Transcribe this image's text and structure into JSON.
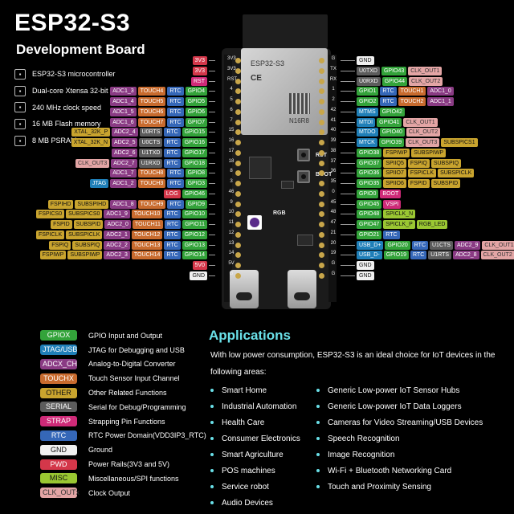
{
  "title": "ESP32-S3",
  "subtitle": "Development Board",
  "specs": [
    {
      "icon": "chip-icon",
      "text": "ESP32-S3 microcontroller"
    },
    {
      "icon": "cpu-icon",
      "text": "Dual-core Xtensa 32-bit LX7"
    },
    {
      "icon": "waveform-icon",
      "text": "240 MHz clock speed"
    },
    {
      "icon": "sd-card-icon",
      "text": "16 MB Flash memory"
    },
    {
      "icon": "memory-icon",
      "text": "8 MB PSRAM"
    }
  ],
  "module": {
    "name": "ESP32-S3",
    "ce": "CE",
    "code": "N16R8"
  },
  "board_labels": {
    "rst": "RST",
    "boot": "BOOT",
    "rgb": "RGB"
  },
  "left_header": [
    "3V3",
    "3V3",
    "RST",
    "4",
    "5",
    "6",
    "7",
    "15",
    "16",
    "17",
    "18",
    "8",
    "3",
    "46",
    "9",
    "10",
    "11",
    "12",
    "13",
    "14",
    "5V",
    "G"
  ],
  "right_header": [
    "G",
    "TX",
    "RX",
    "1",
    "2",
    "42",
    "41",
    "40",
    "39",
    "38",
    "37",
    "36",
    "35",
    "0",
    "45",
    "48",
    "47",
    "21",
    "20",
    "19",
    "G",
    "G"
  ],
  "left_pins": [
    [
      [
        "3V3",
        "w"
      ]
    ],
    [
      [
        "3V3",
        "w"
      ]
    ],
    [
      [
        "RST",
        "st"
      ]
    ],
    [
      [
        "ADC1_3",
        "a"
      ],
      [
        "TOUCH4",
        "t"
      ],
      [
        "RTC",
        "r"
      ],
      [
        "GPIO4",
        "g"
      ]
    ],
    [
      [
        "ADC1_4",
        "a"
      ],
      [
        "TOUCH5",
        "t"
      ],
      [
        "RTC",
        "r"
      ],
      [
        "GPIO5",
        "g"
      ]
    ],
    [
      [
        "ADC1_5",
        "a"
      ],
      [
        "TOUCH6",
        "t"
      ],
      [
        "RTC",
        "r"
      ],
      [
        "GPIO6",
        "g"
      ]
    ],
    [
      [
        "ADC1_6",
        "a"
      ],
      [
        "TOUCH7",
        "t"
      ],
      [
        "RTC",
        "r"
      ],
      [
        "GPIO7",
        "g"
      ]
    ],
    [
      [
        "XTAL_32K_P",
        "o"
      ],
      [
        "ADC2_4",
        "a"
      ],
      [
        "U0RTS",
        "s"
      ],
      [
        "RTC",
        "r"
      ],
      [
        "GPIO15",
        "g"
      ]
    ],
    [
      [
        "XTAL_32K_N",
        "o"
      ],
      [
        "ADC2_5",
        "a"
      ],
      [
        "U0CTS",
        "s"
      ],
      [
        "RTC",
        "r"
      ],
      [
        "GPIO16",
        "g"
      ]
    ],
    [
      [
        "ADC2_6",
        "a"
      ],
      [
        "U1TXD",
        "s"
      ],
      [
        "RTC",
        "r"
      ],
      [
        "GPIO17",
        "g"
      ]
    ],
    [
      [
        "CLK_OUT3",
        "x"
      ],
      [
        "ADC2_7",
        "a"
      ],
      [
        "U1RXD",
        "s"
      ],
      [
        "RTC",
        "r"
      ],
      [
        "GPIO18",
        "g"
      ]
    ],
    [
      [
        "ADC1_7",
        "a"
      ],
      [
        "TOUCH8",
        "t"
      ],
      [
        "RTC",
        "r"
      ],
      [
        "GPIO8",
        "g"
      ]
    ],
    [
      [
        "JTAG",
        "m"
      ],
      [
        "ADC1_2",
        "a"
      ],
      [
        "TOUCH3",
        "t"
      ],
      [
        "RTC",
        "r"
      ],
      [
        "GPIO3",
        "g"
      ]
    ],
    [
      [
        "LOG",
        "w"
      ],
      [
        "GPIO46",
        "g"
      ]
    ],
    [
      [
        "FSPIHD",
        "o"
      ],
      [
        "SUBSPIHD",
        "o"
      ],
      [
        "ADC1_8",
        "a"
      ],
      [
        "TOUCH9",
        "t"
      ],
      [
        "RTC",
        "r"
      ],
      [
        "GPIO9",
        "g"
      ]
    ],
    [
      [
        "FSPICS0",
        "o"
      ],
      [
        "SUBSPICS0",
        "o"
      ],
      [
        "ADC1_9",
        "a"
      ],
      [
        "TOUCH10",
        "t"
      ],
      [
        "RTC",
        "r"
      ],
      [
        "GPIO10",
        "g"
      ]
    ],
    [
      [
        "FSPID",
        "o"
      ],
      [
        "SUBSPID",
        "o"
      ],
      [
        "ADC2_0",
        "a"
      ],
      [
        "TOUCH11",
        "t"
      ],
      [
        "RTC",
        "r"
      ],
      [
        "GPIO11",
        "g"
      ]
    ],
    [
      [
        "FSPICLK",
        "o"
      ],
      [
        "SUBSPICLK",
        "o"
      ],
      [
        "ADC2_1",
        "a"
      ],
      [
        "TOUCH12",
        "t"
      ],
      [
        "RTC",
        "r"
      ],
      [
        "GPIO12",
        "g"
      ]
    ],
    [
      [
        "FSPIQ",
        "o"
      ],
      [
        "SUBSPIQ",
        "o"
      ],
      [
        "ADC2_2",
        "a"
      ],
      [
        "TOUCH13",
        "t"
      ],
      [
        "RTC",
        "r"
      ],
      [
        "GPIO13",
        "g"
      ]
    ],
    [
      [
        "FSPIWP",
        "o"
      ],
      [
        "SUBSPIWP",
        "o"
      ],
      [
        "ADC2_3",
        "a"
      ],
      [
        "TOUCH14",
        "t"
      ],
      [
        "RTC",
        "r"
      ],
      [
        "GPIO14",
        "g"
      ]
    ],
    [
      [
        "5V0",
        "w"
      ]
    ],
    [
      [
        "GND",
        "d"
      ]
    ]
  ],
  "right_pins": [
    [
      [
        "GND",
        "d"
      ]
    ],
    [
      [
        "U0TXD",
        "s"
      ],
      [
        "GPIO43",
        "g"
      ],
      [
        "CLK_OUT1",
        "x"
      ]
    ],
    [
      [
        "U0RXD",
        "s"
      ],
      [
        "GPIO44",
        "g"
      ],
      [
        "CLK_OUT2",
        "x"
      ]
    ],
    [
      [
        "GPIO1",
        "g"
      ],
      [
        "RTC",
        "r"
      ],
      [
        "TOUCH1",
        "t"
      ],
      [
        "ADC1_0",
        "a"
      ]
    ],
    [
      [
        "GPIO2",
        "g"
      ],
      [
        "RTC",
        "r"
      ],
      [
        "TOUCH2",
        "t"
      ],
      [
        "ADC1_1",
        "a"
      ]
    ],
    [
      [
        "MTMS",
        "m"
      ],
      [
        "GPIO42",
        "g"
      ]
    ],
    [
      [
        "MTDI",
        "m"
      ],
      [
        "GPIO41",
        "g"
      ],
      [
        "CLK_OUT1",
        "x"
      ]
    ],
    [
      [
        "MTDO",
        "m"
      ],
      [
        "GPIO40",
        "g"
      ],
      [
        "CLK_OUT2",
        "x"
      ]
    ],
    [
      [
        "MTCK",
        "m"
      ],
      [
        "GPIO39",
        "g"
      ],
      [
        "CLK_OUT3",
        "x"
      ],
      [
        "SUBSPICS1",
        "o"
      ]
    ],
    [
      [
        "GPIO38",
        "g"
      ],
      [
        "FSPIWP",
        "o"
      ],
      [
        "SUBSPIWP",
        "o"
      ]
    ],
    [
      [
        "GPIO37",
        "g"
      ],
      [
        "SPIIQ5",
        "o"
      ],
      [
        "FSPIQ",
        "o"
      ],
      [
        "SUBSPIQ",
        "o"
      ]
    ],
    [
      [
        "GPIO36",
        "g"
      ],
      [
        "SPIIO7",
        "o"
      ],
      [
        "FSPICLK",
        "o"
      ],
      [
        "SUBSPICLK",
        "o"
      ]
    ],
    [
      [
        "GPIO35",
        "g"
      ],
      [
        "SPIIO6",
        "o"
      ],
      [
        "FSPID",
        "o"
      ],
      [
        "SUBSPID",
        "o"
      ]
    ],
    [
      [
        "GPIO0",
        "g"
      ],
      [
        "BOOT",
        "st"
      ]
    ],
    [
      [
        "GPIO45",
        "g"
      ],
      [
        "VSPI",
        "st"
      ]
    ],
    [
      [
        "GPIO48",
        "g"
      ],
      [
        "SPICLK_N",
        "mi"
      ]
    ],
    [
      [
        "GPIO47",
        "g"
      ],
      [
        "SPICLK_P",
        "mi"
      ],
      [
        "RGB_LED",
        "mi"
      ]
    ],
    [
      [
        "GPIO21",
        "g"
      ],
      [
        "RTC",
        "r"
      ]
    ],
    [
      [
        "USB_D+",
        "m"
      ],
      [
        "GPIO20",
        "g"
      ],
      [
        "RTC",
        "r"
      ],
      [
        "U1CTS",
        "s"
      ],
      [
        "ADC2_9",
        "a"
      ],
      [
        "CLK_OUT1",
        "x"
      ]
    ],
    [
      [
        "USB_D-",
        "m"
      ],
      [
        "GPIO19",
        "g"
      ],
      [
        "RTC",
        "r"
      ],
      [
        "U1RTS",
        "s"
      ],
      [
        "ADC2_8",
        "a"
      ],
      [
        "CLK_OUT2",
        "x"
      ]
    ],
    [
      [
        "GND",
        "d"
      ]
    ],
    [
      [
        "GND",
        "d"
      ]
    ]
  ],
  "legend": [
    {
      "tag": "GPIOX",
      "cls": "g",
      "text": "GPIO Input and Output"
    },
    {
      "tag": "JTAG/USB",
      "cls": "m",
      "text": "JTAG for Debugging and USB"
    },
    {
      "tag": "ADCX_CH",
      "cls": "a",
      "text": "Analog-to-Digital Converter"
    },
    {
      "tag": "TOUCHX",
      "cls": "t",
      "text": "Touch Sensor Input Channel"
    },
    {
      "tag": "OTHER",
      "cls": "o",
      "text": "Other Related Functions"
    },
    {
      "tag": "SERIAL",
      "cls": "s",
      "text": "Serial for Debug/Programming"
    },
    {
      "tag": "STRAP",
      "cls": "st",
      "text": "Strapping Pin Functions"
    },
    {
      "tag": "RTC",
      "cls": "r",
      "text": "RTC Power Domain(VDD3IP3_RTC)"
    },
    {
      "tag": "GND",
      "cls": "d",
      "text": "Ground"
    },
    {
      "tag": "PWD",
      "cls": "w",
      "text": "Power Rails(3V3 and 5V)"
    },
    {
      "tag": "MISC",
      "cls": "mi",
      "text": "Miscellaneous/SPI functions"
    },
    {
      "tag": "CLK_OUTx",
      "cls": "x",
      "text": "Clock Output"
    }
  ],
  "applications": {
    "title": "Applications",
    "desc": "With low power consumption, ESP32-S3 is an ideal choice for IoT devices in the following areas:",
    "left": [
      "Smart Home",
      "Industrial Automation",
      "Health Care",
      "Consumer Electronics",
      "Smart Agriculture",
      "POS machines",
      "Service robot",
      "Audio Devices"
    ],
    "right": [
      "Generic Low-power IoT Sensor Hubs",
      "Generic Low-power IoT Data Loggers",
      "Cameras for Video Streaming/USB Devices",
      "Speech Recognition",
      "Image Recognition",
      "Wi-Fi + Bluetooth Networking Card",
      "Touch and Proximity Sensing"
    ]
  }
}
